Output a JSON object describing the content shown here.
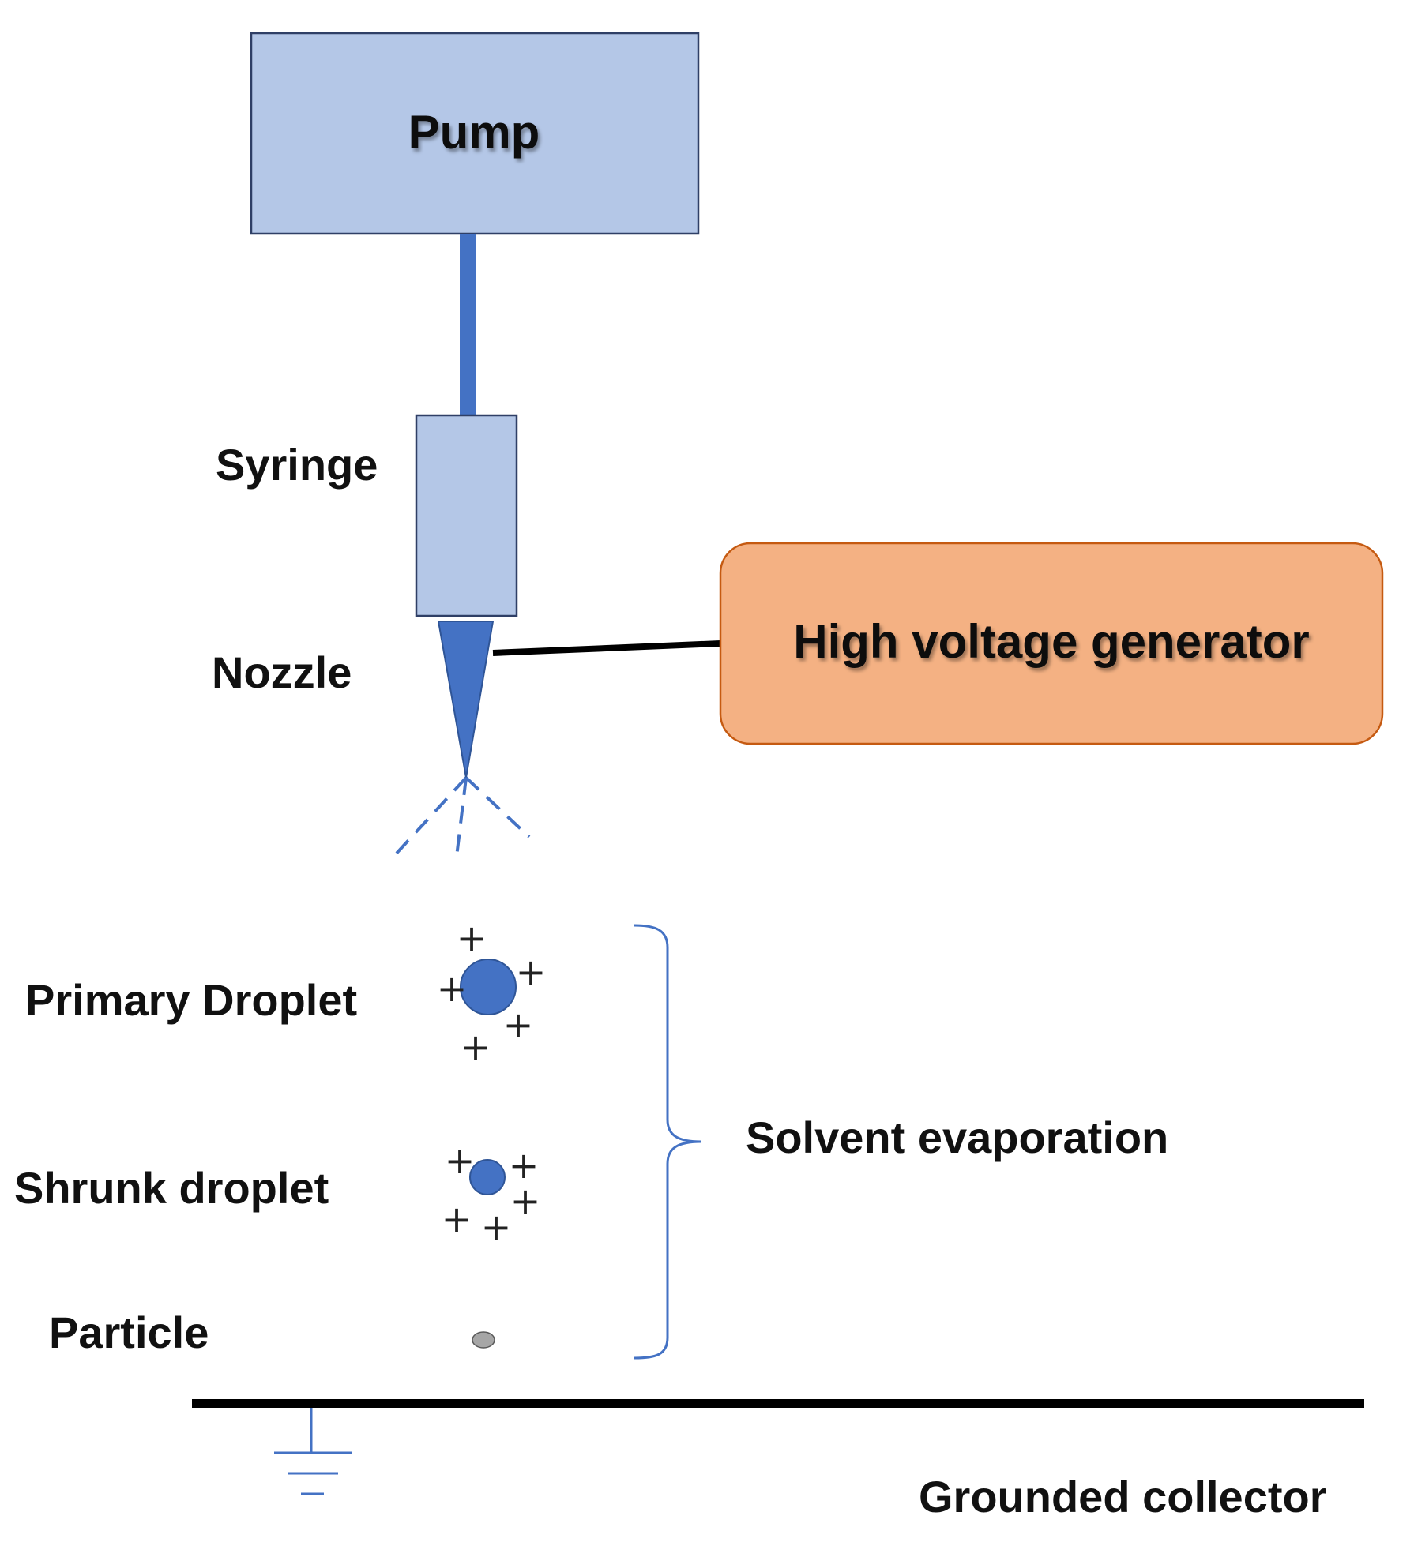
{
  "labels": {
    "pump": "Pump",
    "syringe": "Syringe",
    "nozzle": "Nozzle",
    "high_voltage_generator": "High voltage generator",
    "primary_droplet": "Primary Droplet",
    "shrunk_droplet": "Shrunk droplet",
    "particle": "Particle",
    "solvent_evaporation": "Solvent evaporation",
    "grounded_collector": "Grounded collector"
  },
  "charge_symbol": "+",
  "colors": {
    "pump_fill": "#b4c7e7",
    "syringe_fill": "#b4c7e7",
    "box_border": "#2f3f66",
    "tube": "#4472c4",
    "nozzle": "#4472c4",
    "droplet": "#4472c4",
    "particle": "#a6a6a6",
    "generator_fill": "#f4b183",
    "generator_border": "#c55a11",
    "bracket": "#4472c4",
    "collector": "#000000",
    "ground": "#4472c4"
  }
}
